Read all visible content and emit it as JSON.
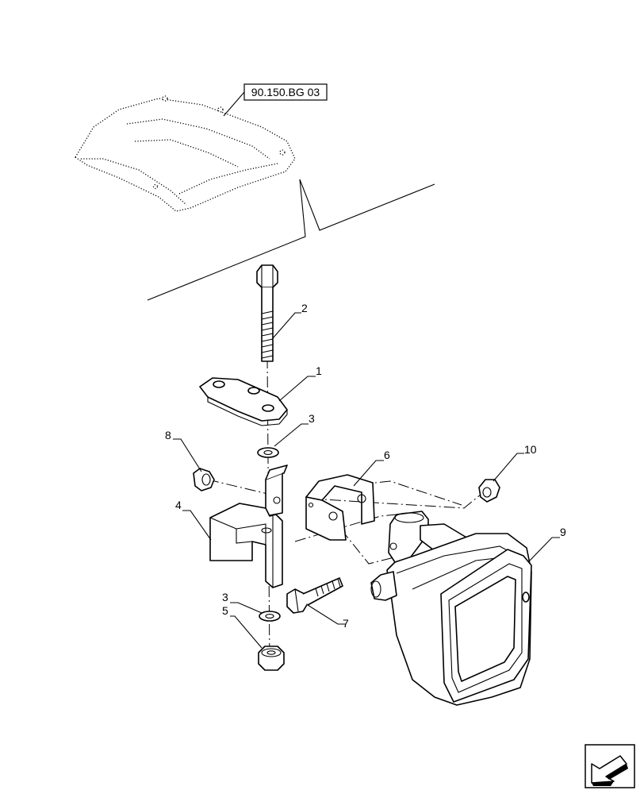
{
  "reference": "90.150.BG  03",
  "callouts": {
    "c1": "1",
    "c2": "2",
    "c3a": "3",
    "c3b": "3",
    "c4": "4",
    "c5": "5",
    "c6": "6",
    "c7": "7",
    "c8": "8",
    "c9": "9",
    "c10": "10"
  },
  "icons": {
    "nav": "arrow-back-icon"
  }
}
